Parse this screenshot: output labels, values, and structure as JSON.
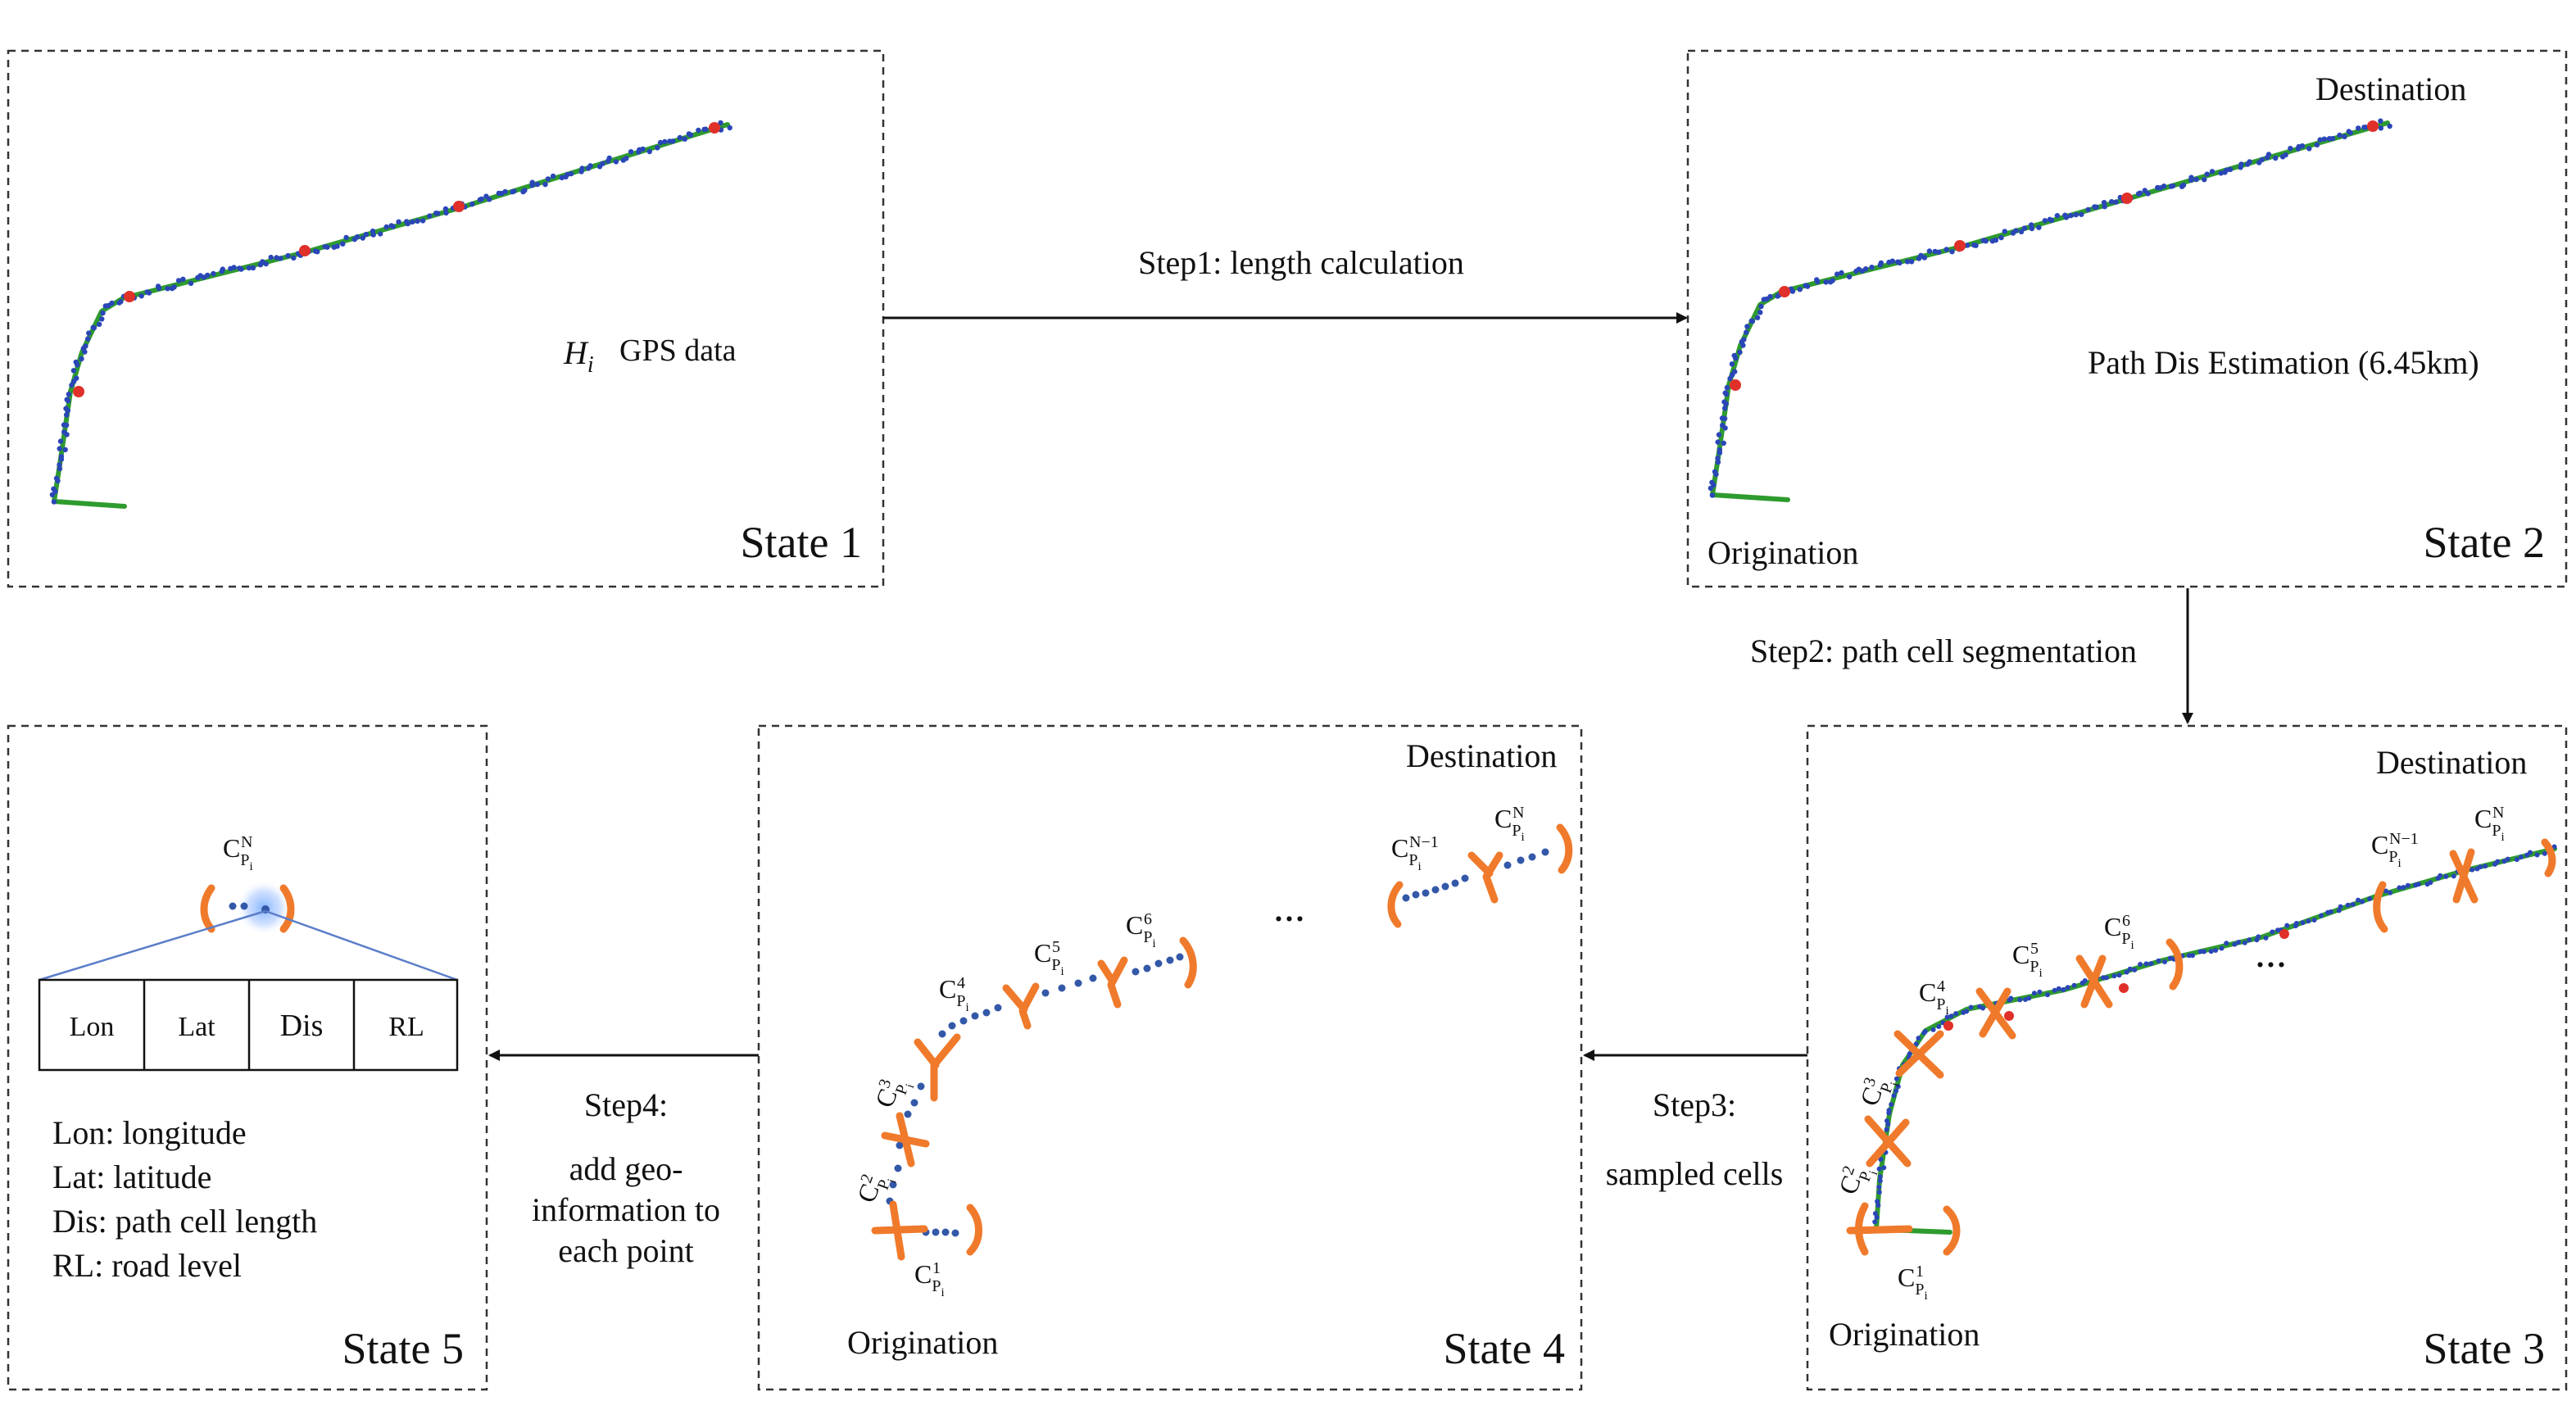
{
  "states": {
    "s1": {
      "label": "State 1",
      "data_var": "H",
      "data_sub": "i",
      "data_text": "GPS data"
    },
    "s2": {
      "label": "State 2",
      "destination": "Destination",
      "estimation": "Path Dis Estimation (6.45km)",
      "origination": "Origination"
    },
    "s3": {
      "label": "State 3",
      "destination": "Destination",
      "origination": "Origination"
    },
    "s4": {
      "label": "State 4",
      "destination": "Destination",
      "origination": "Origination"
    },
    "s5": {
      "label": "State 5"
    }
  },
  "steps": {
    "step1": "Step1: length calculation",
    "step2": "Step2: path cell segmentation",
    "step3_line1": "Step3:",
    "step3_line2": "sampled cells",
    "step4_line1": "Step4:",
    "step4_line2": "add geo-",
    "step4_line3": "information to",
    "step4_line4": "each point"
  },
  "cells": {
    "base": "C",
    "sub": "P",
    "subsub": "i",
    "sup_1": "1",
    "sup_2": "2",
    "sup_3": "3",
    "sup_4": "4",
    "sup_5": "5",
    "sup_6": "6",
    "sup_nm1": "N−1",
    "sup_n": "N",
    "ellipsis": "..."
  },
  "table": {
    "columns": [
      "Lon",
      "Lat",
      "Dis",
      "RL"
    ]
  },
  "legend": {
    "items": [
      "Lon: longitude",
      "Lat: latitude",
      "Dis: path cell length",
      "RL: road level"
    ]
  },
  "colors": {
    "path_green": "#2e9b2e",
    "gps_blue": "#2a46b8",
    "marker_red": "#e0302a",
    "bracket_orange": "#f07a2b",
    "connector_blue": "#5b7ec9"
  }
}
